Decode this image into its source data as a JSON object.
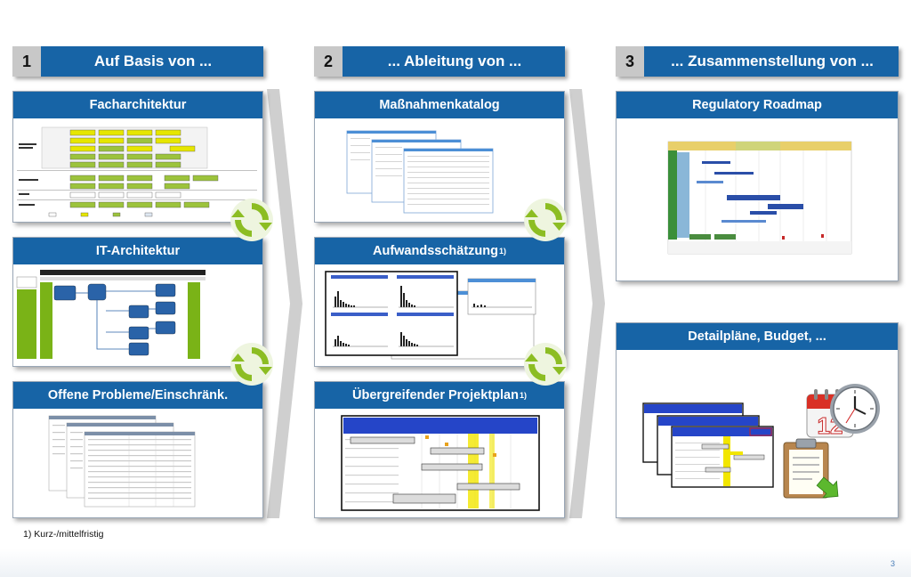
{
  "columns": [
    {
      "number": "1",
      "title": "Auf Basis von ..."
    },
    {
      "number": "2",
      "title": "... Ableitung von ..."
    },
    {
      "number": "3",
      "title": "... Zusammenstellung von ..."
    }
  ],
  "panels": {
    "facharchitektur": "Facharchitektur",
    "it_architektur": "IT-Architektur",
    "offene_probleme": "Offene Probleme/Einschränk.",
    "massnahmenkatalog": "Maßnahmenkatalog",
    "aufwandsschaetzung": "Aufwandsschätzung",
    "aufwandsschaetzung_note": "1)",
    "projektplan": "Übergreifender Projektplan",
    "projektplan_note": "1)",
    "roadmap": "Regulatory Roadmap",
    "detailplaene": "Detailpläne, Budget, ..."
  },
  "calendar_day": "12",
  "footnote": "1) Kurz-/mittelfristig",
  "page_number": "3",
  "colors": {
    "header_blue": "#1764a6",
    "cycle_green": "#8cbd23",
    "arrow_grey": "#c9c9c9"
  }
}
